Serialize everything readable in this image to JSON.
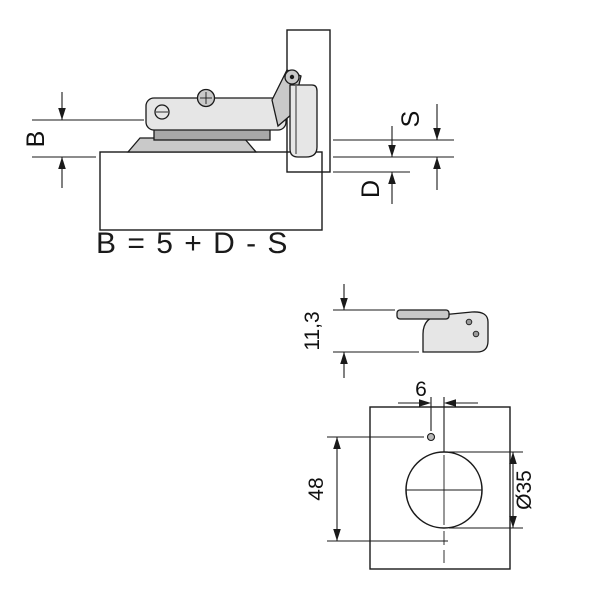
{
  "drawing": {
    "colors": {
      "background": "#ffffff",
      "panel_wood": "#f6eecb",
      "outline": "#1a1a1a",
      "metal_light": "#e6e6e6",
      "metal_mid": "#c9c9c9",
      "metal_dark": "#a8a8a8"
    },
    "side_view": {
      "dim_b": "B",
      "dim_s": "S",
      "dim_d": "D"
    },
    "formula": "B = 5 + D - S",
    "cup_side_view": {
      "dim_height": "11,3"
    },
    "drilling_pattern": {
      "dim_screw_offset": "6",
      "dim_vertical_spacing": "48",
      "dim_cup_diameter": "Ø35"
    }
  }
}
